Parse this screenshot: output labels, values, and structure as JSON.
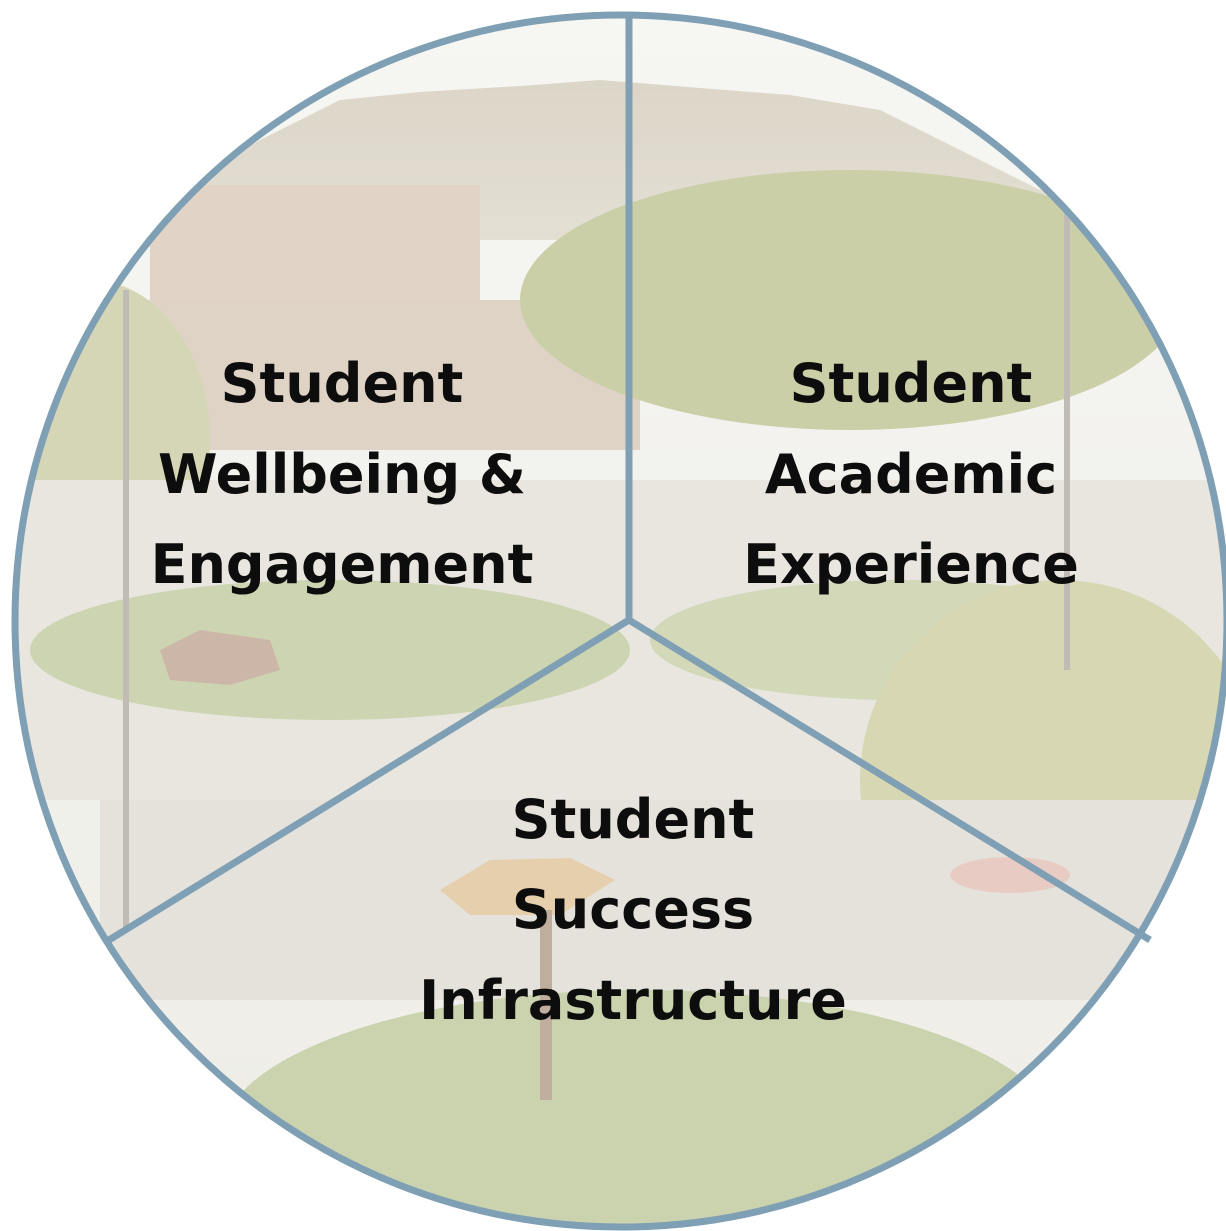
{
  "diagram": {
    "type": "three-segment-circle",
    "colors": {
      "outline": "#7f9fb4",
      "label": "#0d0d0d",
      "sky": "#eef0ea",
      "mountain": "#c9c0ad",
      "trees": "#a8b279",
      "grass": "#a9b987",
      "plaza": "#dcd9cf",
      "building": "#cdb9a6"
    },
    "segments": [
      {
        "name": "wellbeing-engagement",
        "lines": [
          "Student",
          "Wellbeing &",
          "Engagement"
        ]
      },
      {
        "name": "academic-experience",
        "lines": [
          "Student",
          "Academic",
          "Experience"
        ]
      },
      {
        "name": "success-infrastructure",
        "lines": [
          "Student",
          "Success",
          "Infrastructure"
        ]
      }
    ]
  }
}
